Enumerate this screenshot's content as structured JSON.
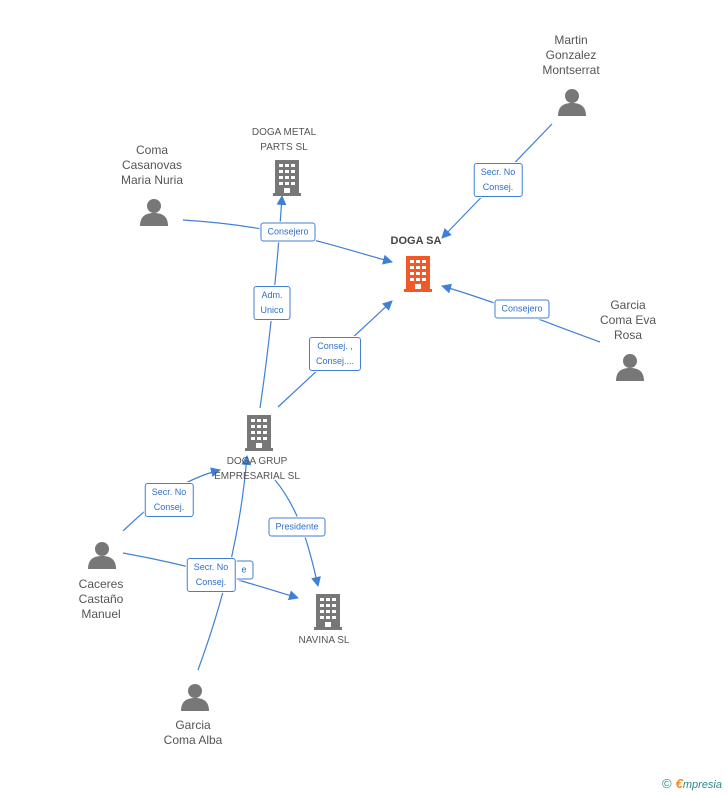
{
  "nodes": {
    "doga_sa": {
      "label": "DOGA SA",
      "type": "company-main"
    },
    "doga_metal": {
      "label": "DOGA METAL\nPARTS SL",
      "type": "company"
    },
    "doga_grup": {
      "label": "DOGA GRUP\nEMPRESARIAL SL",
      "type": "company"
    },
    "navina": {
      "label": "NAVINA SL",
      "type": "company"
    },
    "martin": {
      "label": "Martin\nGonzalez\nMontserrat",
      "type": "person"
    },
    "coma_maria": {
      "label": "Coma\nCasanovas\nMaria Nuria",
      "type": "person"
    },
    "garcia_eva": {
      "label": "Garcia\nComa Eva\nRosa",
      "type": "person"
    },
    "caceres": {
      "label": "Caceres\nCastaño\nManuel",
      "type": "person"
    },
    "garcia_alba": {
      "label": "Garcia\nComa Alba",
      "type": "person"
    }
  },
  "edges": [
    {
      "id": "martin_doga",
      "label": "Secr.  No\nConsej."
    },
    {
      "id": "coma_doga",
      "label": "Consejero"
    },
    {
      "id": "eva_doga",
      "label": "Consejero"
    },
    {
      "id": "grup_metal",
      "label": "Adm.\nUnico"
    },
    {
      "id": "grup_doga",
      "label": "Consej. ,\nConsej...."
    },
    {
      "id": "caceres_grup",
      "label": "Secr.  No\nConsej."
    },
    {
      "id": "grup_navina",
      "label": "Presidente"
    },
    {
      "id": "caceres_navina",
      "label": "e"
    },
    {
      "id": "alba_grup",
      "label": "Secr.  No\nConsej."
    }
  ],
  "colors": {
    "edge": "#3f7fd6",
    "icon": "#777777",
    "main_icon": "#f05a28"
  },
  "brand": {
    "symbol": "©",
    "letter": "€",
    "text": "mpresia"
  }
}
